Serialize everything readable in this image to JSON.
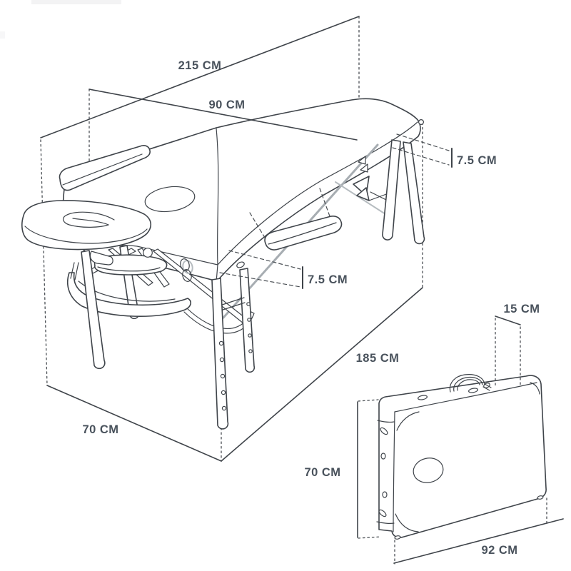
{
  "diagram": {
    "title": "massage table dimensions diagram",
    "colors": {
      "background": "#ffffff",
      "line": "#3f444a",
      "label_text": "#49525c"
    },
    "labels": {
      "table_length": "215 CM",
      "table_width": "90 CM",
      "pad_thickness_end": "7.5 CM",
      "pad_thickness_mid": "7.5 CM",
      "bed_length": "185 CM",
      "bed_width": "70 CM",
      "case_depth": "15 CM",
      "case_height": "70 CM",
      "case_width": "92 CM"
    }
  }
}
